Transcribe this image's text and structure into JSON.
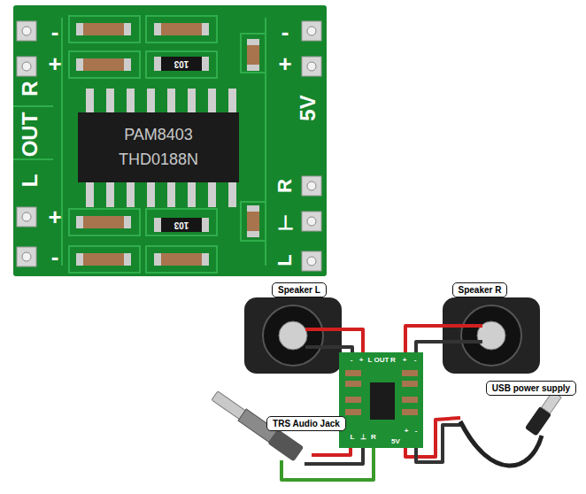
{
  "diagram": {
    "nodes": [
      {
        "text": [
          "Speaker L"
        ]
      },
      {
        "text": [
          "Speaker R"
        ]
      },
      {
        "text": [
          "USB power supply"
        ]
      },
      {
        "text": [
          "TRS Audio Jack"
        ]
      }
    ],
    "labels": [
      "-",
      "+",
      "R",
      "OUT",
      "L",
      "+",
      "-",
      "-",
      "+",
      "5V",
      "R",
      "⊥",
      "L",
      "PAM8403",
      "THD0188N",
      "103",
      "103",
      "-",
      "+",
      "L",
      "OUT",
      "R",
      "+",
      "-",
      "L",
      "⊥",
      "R",
      "5V",
      "+",
      "-"
    ]
  }
}
